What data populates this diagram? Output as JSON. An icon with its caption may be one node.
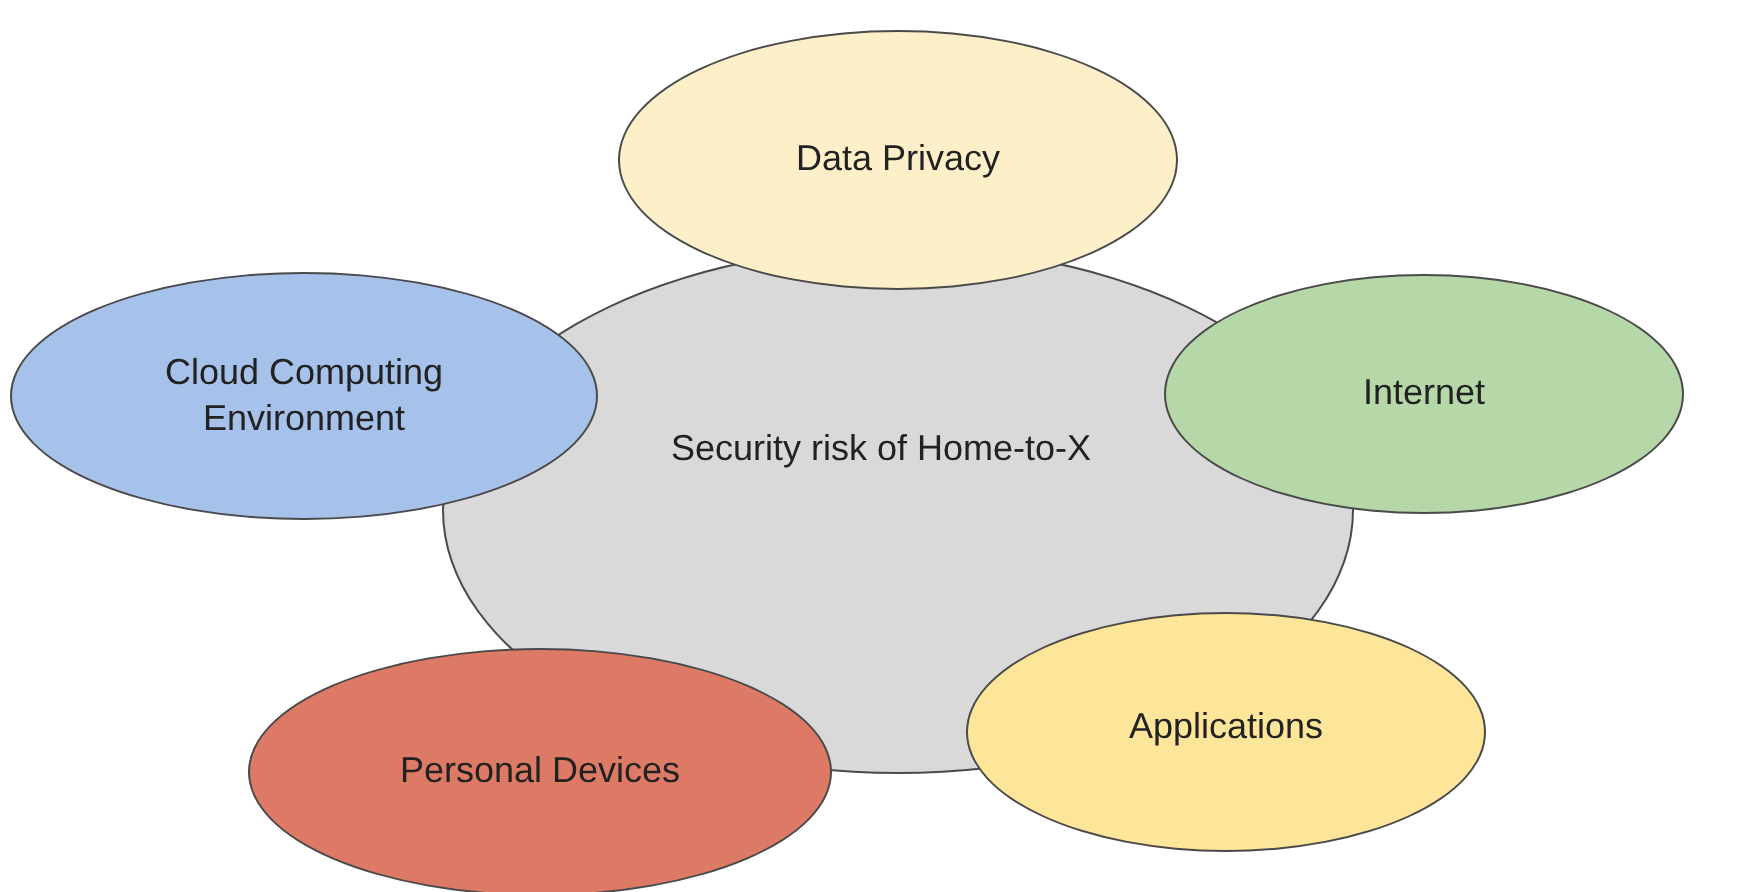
{
  "diagram": {
    "nodes": [
      {
        "text": [
          "Security risk of Home-to-X"
        ]
      },
      {
        "text": [
          "Data Privacy"
        ]
      },
      {
        "text": [
          "Cloud Computing Environment"
        ]
      },
      {
        "text": [
          "Internet"
        ]
      },
      {
        "text": [
          "Applications"
        ]
      },
      {
        "text": [
          "Personal Devices"
        ]
      }
    ]
  }
}
